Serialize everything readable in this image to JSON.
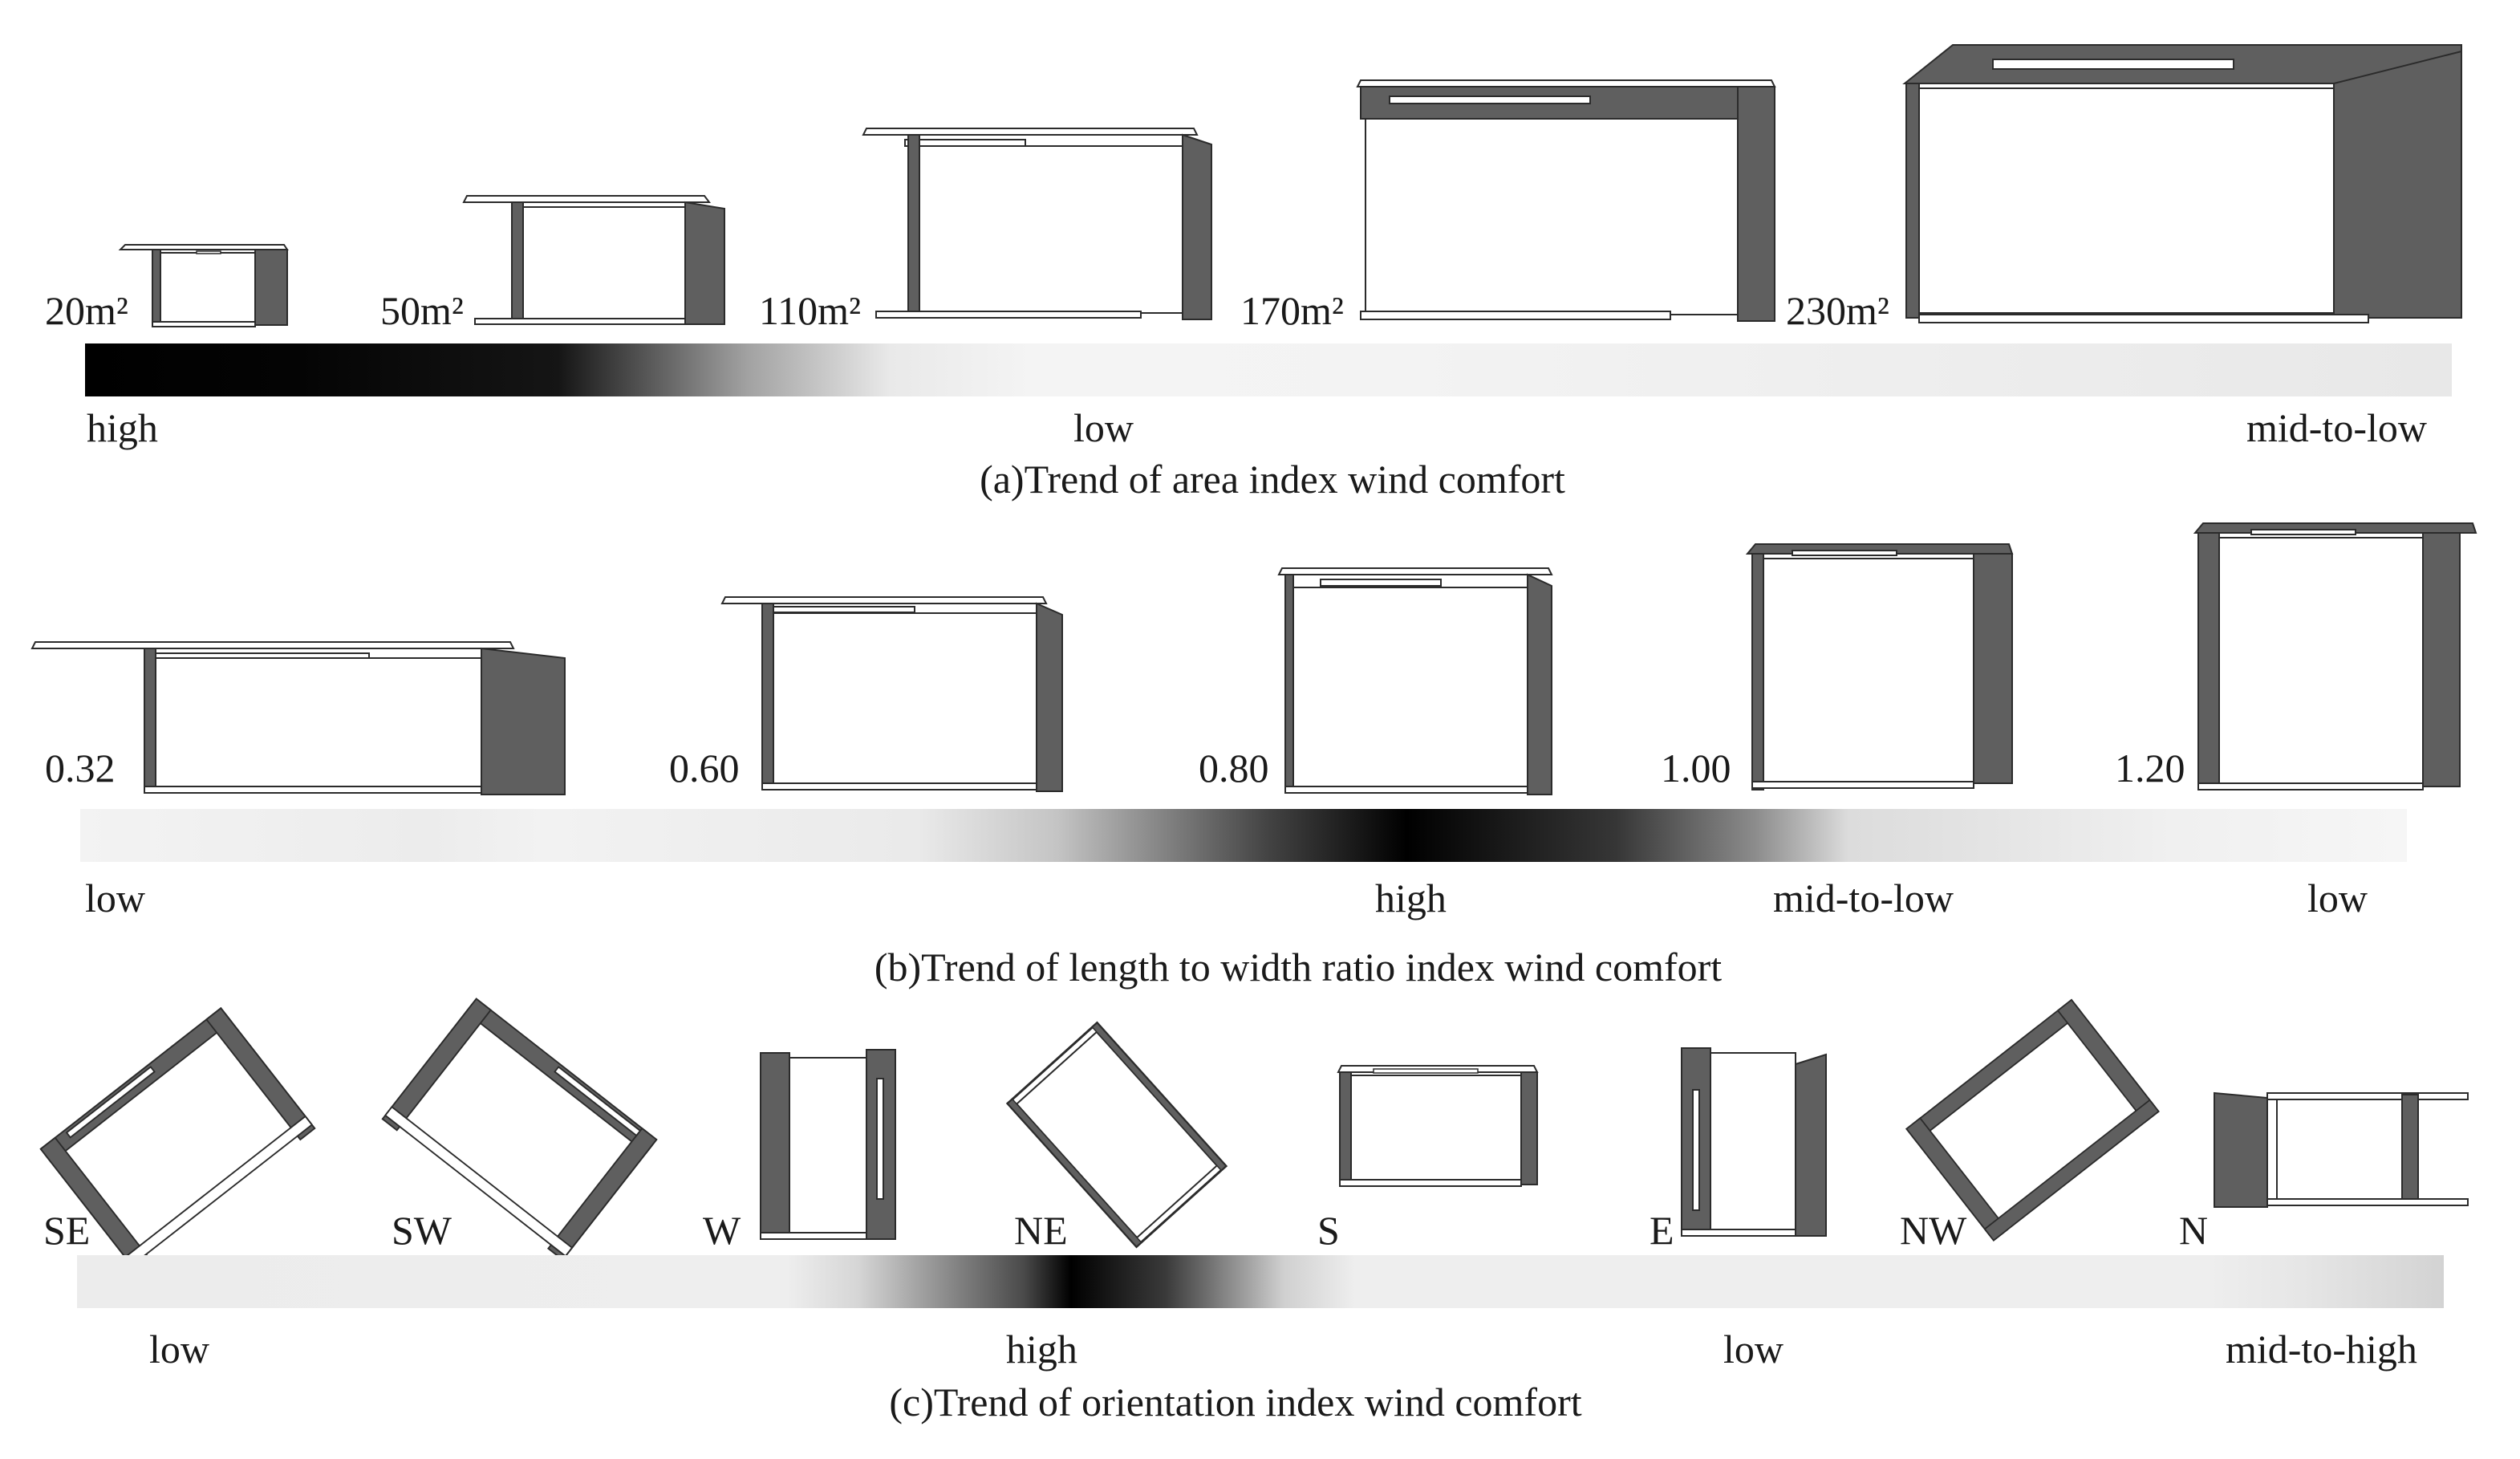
{
  "panel_a": {
    "caption": "(a)Trend of area index wind comfort",
    "items": [
      {
        "label": "20m²"
      },
      {
        "label": "50m²"
      },
      {
        "label": "110m²"
      },
      {
        "label": "170m²"
      },
      {
        "label": "230m²"
      }
    ],
    "trend_labels": {
      "left": "high",
      "middle": "low",
      "right": "mid-to-low"
    }
  },
  "panel_b": {
    "caption": "(b)Trend of length to width ratio index wind comfort",
    "items": [
      {
        "label": "0.32"
      },
      {
        "label": "0.60"
      },
      {
        "label": "0.80"
      },
      {
        "label": "1.00"
      },
      {
        "label": "1.20"
      }
    ],
    "trend_labels": {
      "first": "low",
      "second": "high",
      "third": "mid-to-low",
      "fourth": "low"
    }
  },
  "panel_c": {
    "caption": "(c)Trend of orientation index wind comfort",
    "items": [
      {
        "label": "SE"
      },
      {
        "label": "SW"
      },
      {
        "label": "W"
      },
      {
        "label": "NE"
      },
      {
        "label": "S"
      },
      {
        "label": "E"
      },
      {
        "label": "NW"
      },
      {
        "label": "N"
      }
    ],
    "trend_labels": {
      "first": "low",
      "second": "high",
      "third": "low",
      "fourth": "mid-to-high"
    }
  },
  "colors": {
    "wall_dark": "#5f5f5f",
    "wall_light": "#ffffff",
    "outline": "#2b2b2b",
    "gradient_dark": "#000000",
    "gradient_light": "#e9e9e9"
  }
}
